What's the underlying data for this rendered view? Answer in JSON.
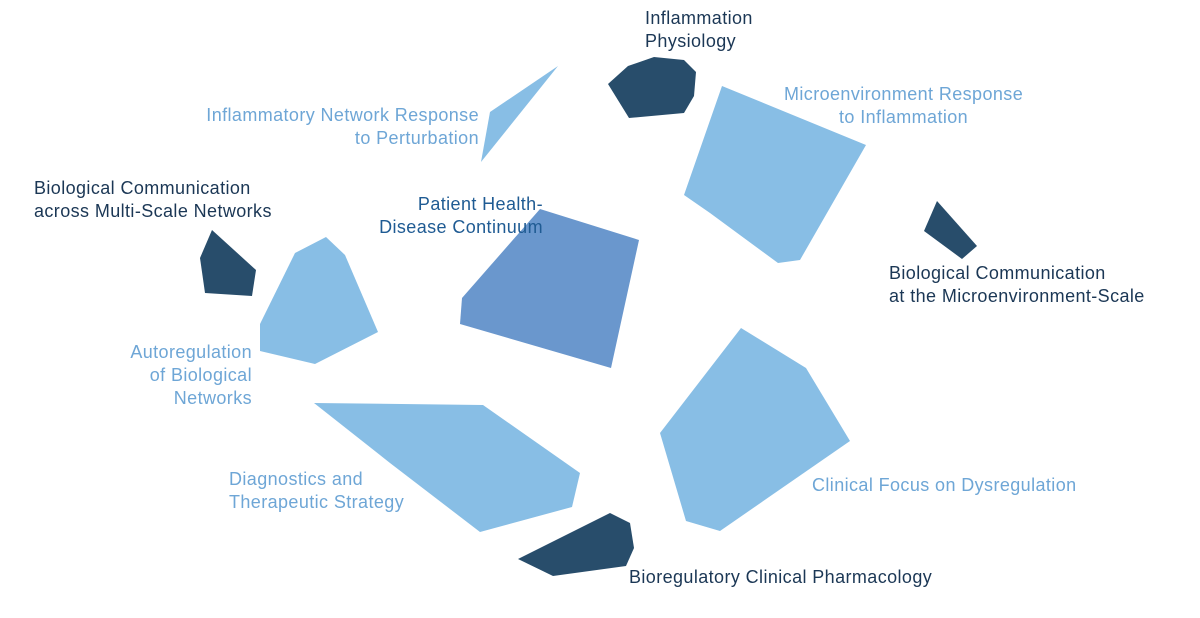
{
  "colors": {
    "light_shape": "#88bee5",
    "dark_shape": "#284d6b",
    "center_shape": "#6a97cd",
    "light_text": "#6ea6d6",
    "dark_text": "#1b3755",
    "center_text": "#1f5b93"
  },
  "labels": {
    "inflammation_physiology": [
      "Inflammation",
      "Physiology"
    ],
    "inflammatory_network_response": [
      "Inflammatory Network Response",
      "to Perturbation"
    ],
    "microenvironment_response": [
      "Microenvironment Response",
      "to Inflammation"
    ],
    "bio_comm_multiscale": [
      "Biological Communication",
      "across Multi-Scale Networks"
    ],
    "patient_health": [
      "Patient Health-",
      "Disease Continuum"
    ],
    "bio_comm_microenvironment": [
      "Biological Communication",
      "at the Microenvironment-Scale"
    ],
    "autoregulation": [
      "Autoregulation",
      "of Biological",
      "Networks"
    ],
    "diagnostics": [
      "Diagnostics and",
      "Therapeutic Strategy"
    ],
    "clinical_focus": [
      "Clinical Focus on Dysregulation"
    ],
    "bioregulatory": [
      "Bioregulatory Clinical Pharmacology"
    ]
  }
}
